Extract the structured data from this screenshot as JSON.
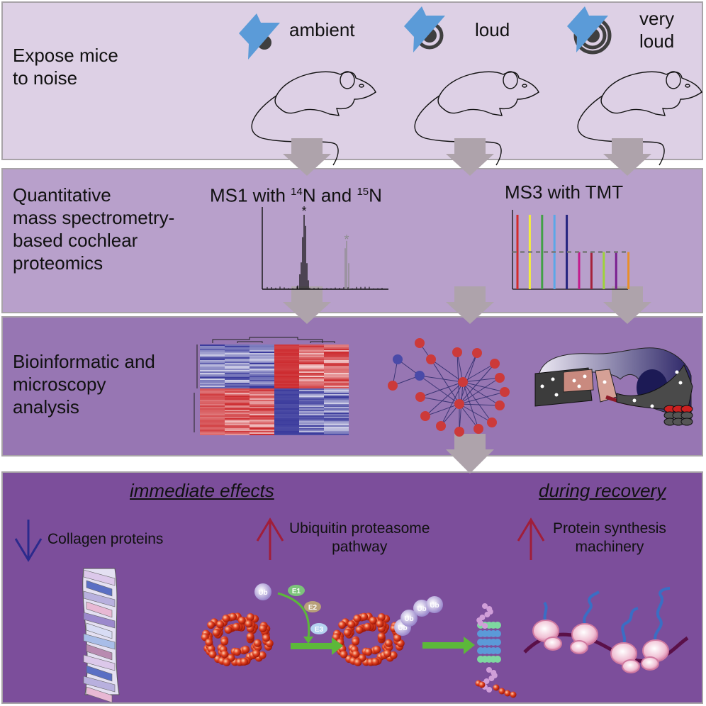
{
  "panels": [
    {
      "id": "expose",
      "title": "Expose mice\nto noise"
    },
    {
      "id": "proteomics",
      "title": "Quantitative\nmass spectrometry-\nbased cochlear\nproteomics"
    },
    {
      "id": "analysis",
      "title": "Bioinformatic and\nmicroscopy\nanalysis"
    },
    {
      "id": "results"
    }
  ],
  "noise_conditions": [
    {
      "label": "ambient",
      "level": 0
    },
    {
      "label": "loud",
      "level": 1
    },
    {
      "label": "very\nloud",
      "level": 2
    }
  ],
  "methods": {
    "ms1": {
      "prefix": "MS1 with ",
      "iso1_sup": "14",
      "iso1": "N and ",
      "iso2_sup": "15",
      "iso2": "N",
      "peak_marker": "*"
    },
    "ms3": {
      "label": "MS3 with TMT"
    }
  },
  "tmt_channels": {
    "colors": [
      "#d42a2a",
      "#f4ee3a",
      "#43a047",
      "#5aa7e8",
      "#23237e",
      "#c21a8c",
      "#a5223a",
      "#9ed33a",
      "#7a1f8f",
      "#e98f2a"
    ],
    "relative_intensity": [
      1,
      1,
      1,
      1,
      1,
      0.5,
      0.5,
      0.5,
      0.5,
      0.5
    ],
    "threshold": 0.5
  },
  "results": {
    "sections": {
      "immediate": "immediate effects",
      "recovery": "during recovery"
    },
    "effects": [
      {
        "label": "Collagen proteins",
        "direction": "down",
        "color": "#2c2a8c"
      },
      {
        "label": "Ubiquitin proteasome\npathway",
        "direction": "up",
        "color": "#a01e3a"
      },
      {
        "label": "Protein synthesis\nmachinery",
        "direction": "up",
        "color": "#a01e3a"
      }
    ],
    "ubiquitin": {
      "ub": "Ub",
      "enzymes": [
        "E1",
        "E2",
        "E3"
      ]
    }
  },
  "colors": {
    "speaker": "#5b9bd8",
    "arrow": "#aea3ab",
    "heat_red": "#cc2a2e",
    "heat_blue": "#3a3a9c",
    "node_red": "#cc3a3a",
    "node_blue": "#4a4aa8",
    "green_arrow": "#5cb83a"
  }
}
